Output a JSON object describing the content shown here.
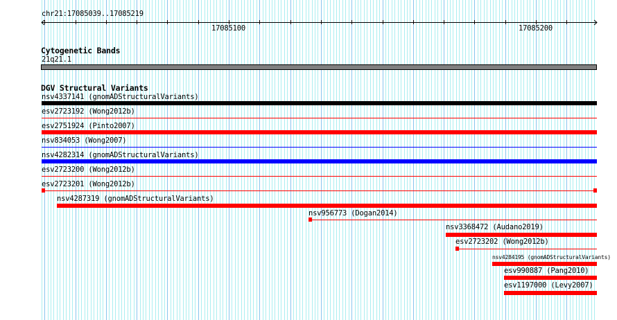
{
  "ruler": {
    "region": "chr21:17085039..17085219",
    "tick_labels": [
      "17085100",
      "17085200"
    ]
  },
  "tracks": [
    {
      "title": "Cytogenetic Bands",
      "features": [
        {
          "name": "21q21.1",
          "color": "#808080"
        }
      ]
    },
    {
      "title": "DGV Structural Variants",
      "features": [
        {
          "label": "nsv4337141 (gnomADStructuralVariants)",
          "color": "#000000"
        },
        {
          "label": "esv2723192 (Wong2012b)",
          "color": "#ff0000"
        },
        {
          "label": "esv2751924 (Pinto2007)",
          "color": "#ff0000"
        },
        {
          "label": "nsv834053 (Wong2007)",
          "color": "#0000ff"
        },
        {
          "label": "nsv4282314 (gnomADStructuralVariants)",
          "color": "#0000ff"
        },
        {
          "label": "esv2723200 (Wong2012b)",
          "color": "#ff0000"
        },
        {
          "label": "esv2723201 (Wong2012b)",
          "color": "#ff0000"
        },
        {
          "label": "nsv4287319 (gnomADStructuralVariants)",
          "color": "#ff0000"
        },
        {
          "label": "nsv956773 (Dogan2014)",
          "color": "#ff0000"
        },
        {
          "label": "nsv3368472 (Audano2019)",
          "color": "#ff0000"
        },
        {
          "label": "esv2723202 (Wong2012b)",
          "color": "#ff0000"
        },
        {
          "label": "nsv4284195 (gnomADStructuralVariants)",
          "color": "#ff0000"
        },
        {
          "label": "esv990887 (Pang2010)",
          "color": "#ff0000"
        },
        {
          "label": "esv1197000 (Levy2007)",
          "color": "#ff0000"
        }
      ]
    }
  ]
}
